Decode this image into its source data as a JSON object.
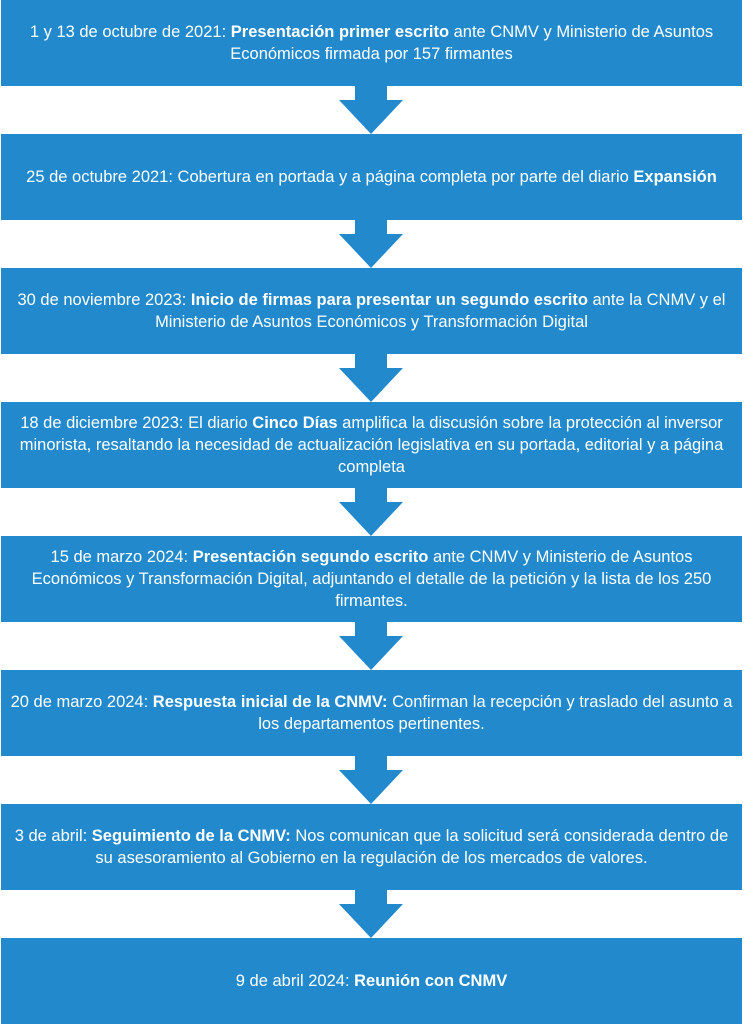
{
  "colors": {
    "box": "#2289cc",
    "arrow": "#2289cc",
    "text": "#ffffff"
  },
  "steps": [
    {
      "date": "1 y 13 de octubre de 2021:",
      "bold": "Presentación primer escrito",
      "rest": " ante CNMV y Ministerio de Asuntos Económicos firmada por 157 firmantes"
    },
    {
      "date": "25 de octubre 2021: Cobertura en portada y a página completa por parte del diario",
      "bold": "Expansión",
      "rest": ""
    },
    {
      "date": "30 de noviembre 2023:",
      "bold": "Inicio de firmas para presentar un segundo escrito",
      "rest": " ante la CNMV y el Ministerio de Asuntos Económicos y Transformación Digital"
    },
    {
      "date": "18 de diciembre 2023: El diario",
      "bold": "Cinco Días",
      "rest": " amplifica la discusión sobre la protección al inversor minorista, resaltando la necesidad de actualización legislativa en su portada, editorial y a página completa"
    },
    {
      "date": "15 de marzo 2024:",
      "bold": "Presentación segundo escrito",
      "rest": " ante CNMV y Ministerio de Asuntos Económicos y Transformación Digital, adjuntando el detalle de la petición y la lista de los 250 firmantes."
    },
    {
      "date": "20 de marzo 2024:",
      "bold": "Respuesta inicial de la CNMV:",
      "rest": " Confirman la recepción y traslado del asunto a los departamentos pertinentes."
    },
    {
      "date": "3 de abril:",
      "bold": "Seguimiento de la CNMV:",
      "rest": " Nos comunican que la solicitud será considerada dentro de su asesoramiento al Gobierno en la regulación de los mercados de valores."
    },
    {
      "date": "9 de abril 2024:",
      "bold": "Reunión con CNMV",
      "rest": ""
    }
  ]
}
